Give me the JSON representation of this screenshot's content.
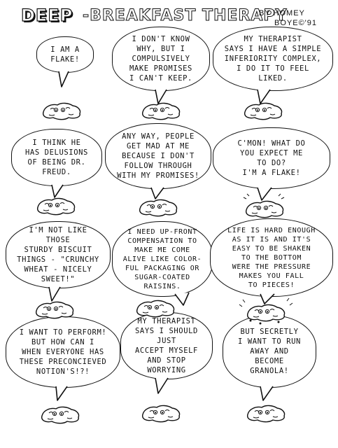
{
  "header": {
    "deep": "DEEP",
    "subtitle": "-BREAKFAST THERAPY",
    "byline_1": "BY HOMEY",
    "byline_2": "BOYE©'91"
  },
  "bubbles": [
    "I AM A\nFLAKE!",
    "I DON'T KNOW\nWHY, BUT I\nCOMPULSIVELY\nMAKE PROMISES\nI CAN'T KEEP.",
    "MY THERAPIST\nSAYS I HAVE A SIMPLE\nINFERIORITY COMPLEX,\nI DO IT TO FEEL\nLIKED.",
    "I THINK HE\nHAS DELUSIONS\nOF BEING DR.\nFREUD.",
    "ANY WAY, PEOPLE\nGET MAD AT ME\nBECAUSE I DON'T\nFOLLOW THROUGH\nWITH MY PROMISES!",
    "C'MON! WHAT DO\nYOU EXPECT ME\nTO DO?\nI'M A FLAKE!",
    "I'M NOT LIKE THOSE\nSTURDY BISCUIT\nTHINGS - \"CRUNCHY\nWHEAT - NICELY\nSWEET!\"",
    "I NEED UP-FRONT\nCOMPENSATION TO\nMAKE ME COME\nALIVE LIKE COLOR-\nFUL PACKAGING OR\nSUGAR-COATED\nRAISINS.",
    "LIFE IS HARD ENOUGH\nAS IT IS AND IT'S\nEASY TO BE SHAKEN\nTO THE BOTTOM\nWERE THE PRESSURE\nMAKES YOU FALL\nTO PIECES!",
    "I WANT TO PERFORM!\nBUT HOW CAN I\nWHEN EVERYONE HAS\nTHESE PRECONCIEVED\nNOTION'S!?!",
    "MY THERAPIST\nSAYS I SHOULD JUST\nACCEPT MYSELF\nAND STOP\nWORRYING",
    "BUT SECRETLY\nI WANT TO RUN\nAWAY AND\nBECOME\nGRANOLA!"
  ]
}
